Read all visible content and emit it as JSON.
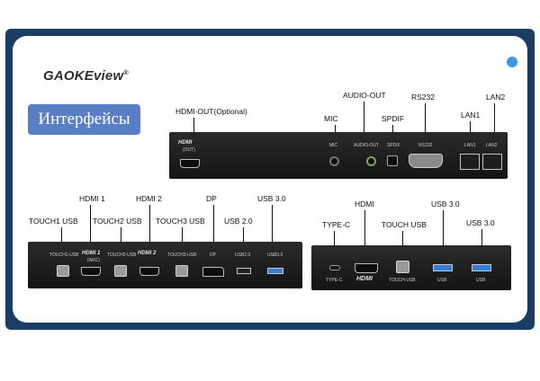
{
  "logo": {
    "text": "GAOKEview",
    "mark": "®"
  },
  "title": "Интерфейсы",
  "accent": "#5a7ec6",
  "frame_color": "#1a3d63",
  "dot_color": "#3d9ae0",
  "top_panel": {
    "labels": {
      "hdmi_out": "HDMI-OUT(Optional)",
      "mic": "MIC",
      "audio_out": "AUDIO-OUT",
      "spdif": "SPDIF",
      "rs232": "RS232",
      "lan1": "LAN1",
      "lan2": "LAN2"
    },
    "port_labels": {
      "hdmi_logo": "HDMI",
      "hdmi_out": "(OUT)",
      "mic": "MIC",
      "audio_out": "AUDIO-OUT",
      "spdif": "SPDIF",
      "rs232": "RS232",
      "lan1": "LAN1",
      "lan2": "LAN2"
    }
  },
  "bottom_left_panel": {
    "labels": {
      "touch1": "TOUCH1  USB",
      "hdmi1": "HDMI 1",
      "touch2": "TOUCH2  USB",
      "hdmi2": "HDMI 2",
      "touch3": "TOUCH3 USB",
      "dp": "DP",
      "usb20": "USB 2.0",
      "usb30": "USB 3.0"
    },
    "port_labels": {
      "touch1": "TOUCH1-USB",
      "hdmi1": "HDMI 1",
      "hdmi1_arc": "(ARC)",
      "touch2": "TOUCH2-USB",
      "hdmi2": "HDMI 2",
      "touch3": "TOUCH3-USB",
      "dp": "DP",
      "usb20": "USB2.0",
      "usb30": "USB3.0"
    }
  },
  "bottom_right_panel": {
    "labels": {
      "typec": "TYPE-C",
      "hdmi": "HDMI",
      "touch_usb": "TOUCH  USB",
      "usb30_1": "USB 3.0",
      "usb30_2": "USB 3.0"
    },
    "port_labels": {
      "typec": "TYPE-C",
      "hdmi": "HDMI",
      "touch_usb": "TOUCH-USB",
      "usb_1": "USB",
      "usb_2": "USB"
    }
  }
}
